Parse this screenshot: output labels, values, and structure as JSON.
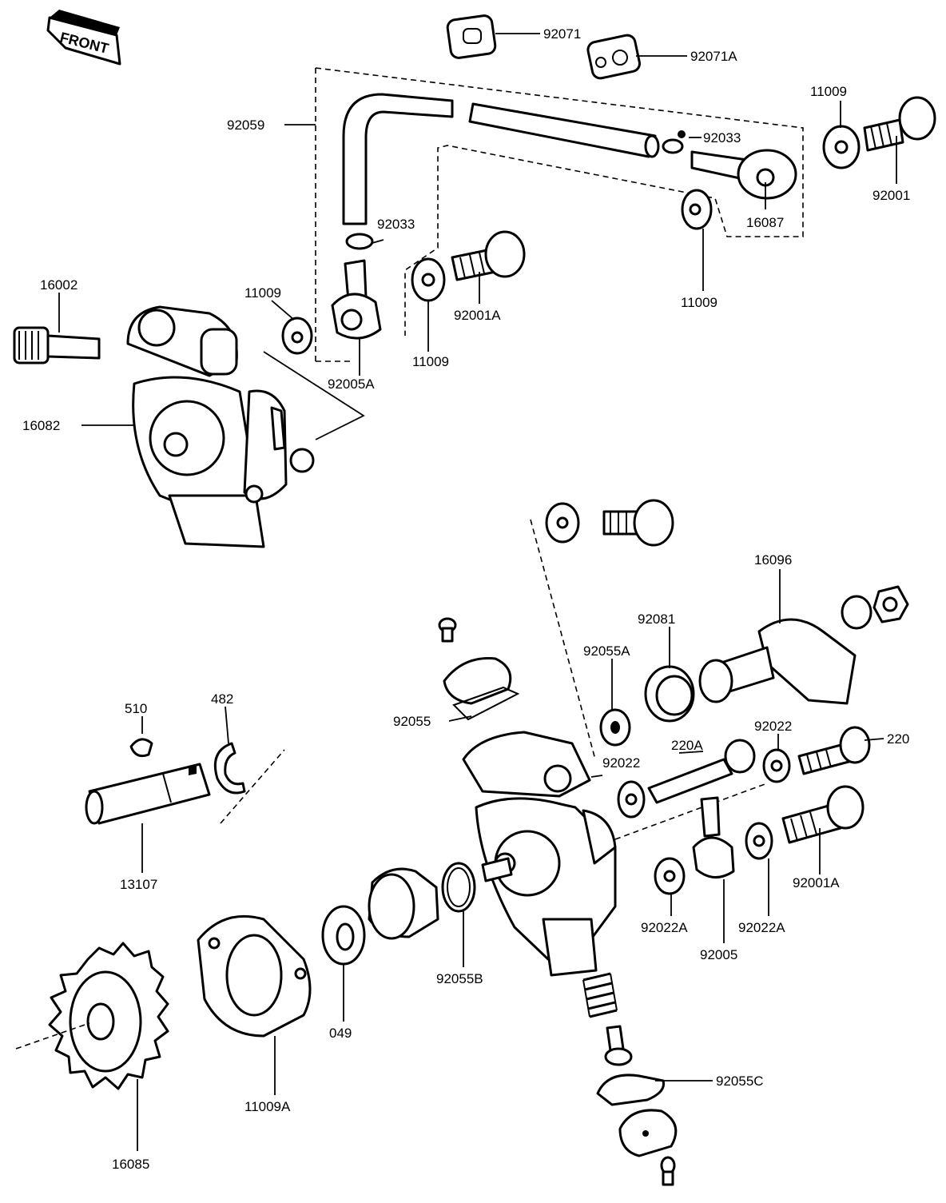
{
  "front_label": "FRONT",
  "part_labels": [
    "92071",
    "92071A",
    "92059",
    "11009",
    "92033",
    "92001",
    "92033",
    "16087",
    "16002",
    "11009",
    "92001A",
    "11009",
    "11009",
    "92005A",
    "16082",
    "16096",
    "92081",
    "92055A",
    "510",
    "482",
    "92055",
    "92022",
    "220A",
    "220",
    "92022",
    "13107",
    "92001A",
    "92022A",
    "92022A",
    "92005",
    "92055B",
    "11009A",
    "049",
    "16085",
    "92055C"
  ]
}
